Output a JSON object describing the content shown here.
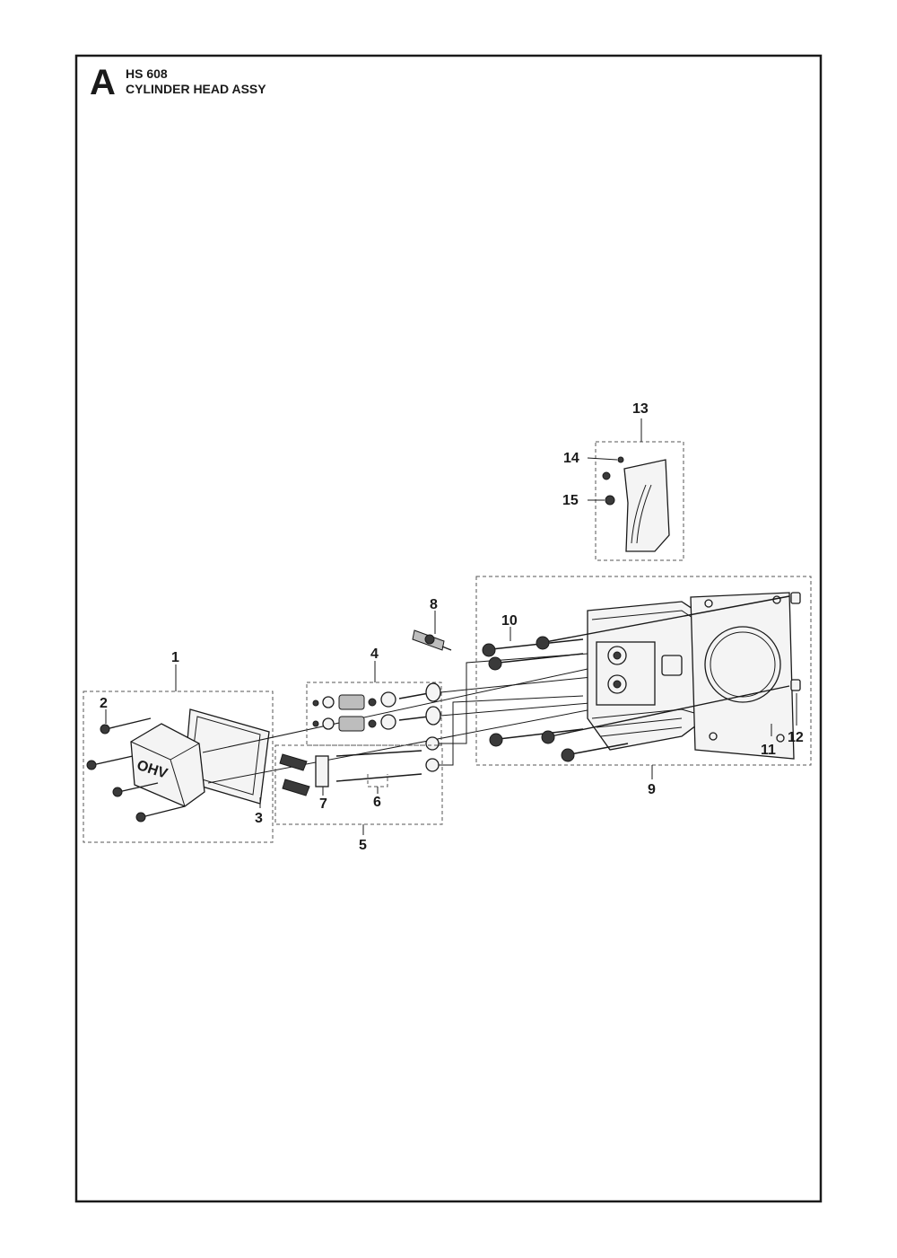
{
  "header": {
    "section_letter": "A",
    "model": "HS 608",
    "title": "CYLINDER HEAD ASSY"
  },
  "cover_text": "OHV",
  "callouts": [
    "1",
    "2",
    "3",
    "4",
    "5",
    "6",
    "7",
    "8",
    "9",
    "10",
    "11",
    "12",
    "13",
    "14",
    "15"
  ]
}
